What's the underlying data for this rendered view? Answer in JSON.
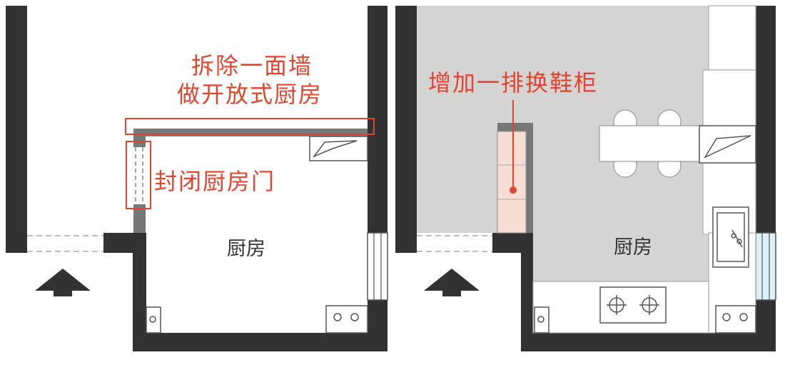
{
  "colors": {
    "wall": "#323232",
    "accent": "#e2452f",
    "open_area": "#d4d4d4",
    "cabinet": "#f8ddd4",
    "window": "#d9f1f7"
  },
  "left_plan": {
    "annotation_remove_wall": [
      "拆除一面墙",
      "做开放式厨房"
    ],
    "annotation_seal_door": "封闭厨房门",
    "room_label": "厨房",
    "entry_icon": "entry-arrow-icon"
  },
  "right_plan": {
    "annotation_shoe_cabinet": "增加一排换鞋柜",
    "room_label": "厨房",
    "entry_icon": "entry-arrow-icon"
  }
}
